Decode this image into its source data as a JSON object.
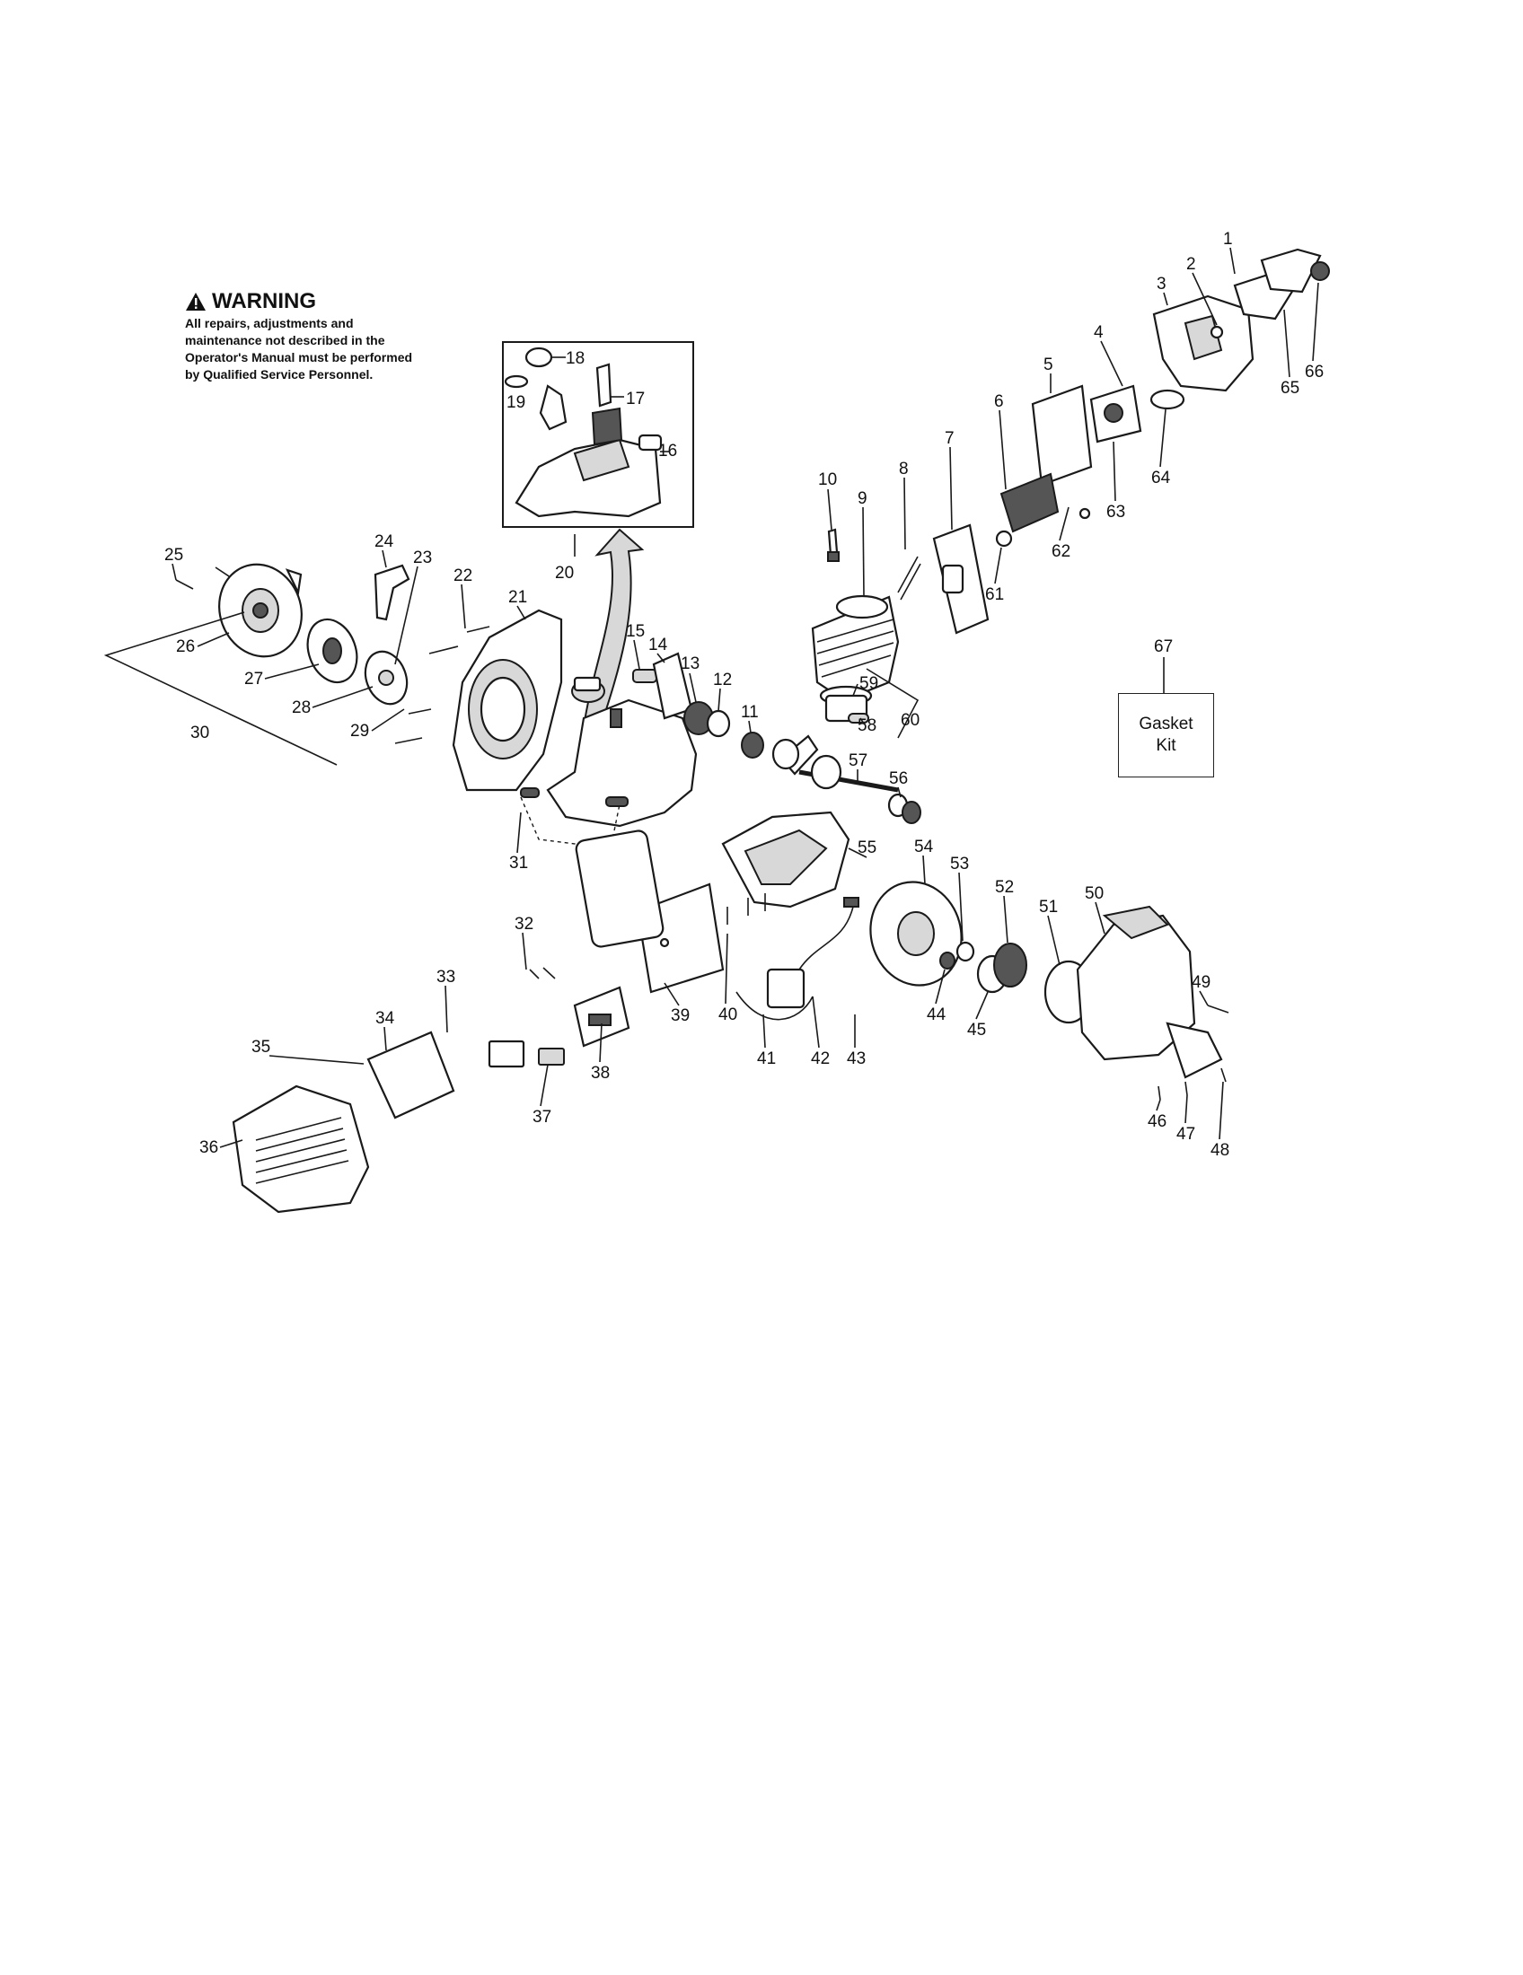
{
  "warning": {
    "icon": "warning-triangle-icon",
    "title": "WARNING",
    "text": "All repairs, adjustments and maintenance not described in the Operator's Manual must be performed by Qualified Service Personnel."
  },
  "gasket_kit": {
    "label": "Gasket Kit",
    "callout": "67"
  },
  "callouts": [
    "1",
    "2",
    "3",
    "4",
    "5",
    "6",
    "7",
    "8",
    "9",
    "10",
    "11",
    "12",
    "13",
    "14",
    "15",
    "16",
    "17",
    "18",
    "19",
    "20",
    "21",
    "22",
    "23",
    "24",
    "25",
    "26",
    "27",
    "28",
    "29",
    "30",
    "31",
    "32",
    "33",
    "34",
    "35",
    "36",
    "37",
    "38",
    "39",
    "40",
    "41",
    "42",
    "43",
    "44",
    "45",
    "46",
    "47",
    "48",
    "49",
    "50",
    "51",
    "52",
    "53",
    "54",
    "55",
    "56",
    "57",
    "58",
    "59",
    "60",
    "61",
    "62",
    "63",
    "64",
    "65",
    "66",
    "67"
  ]
}
